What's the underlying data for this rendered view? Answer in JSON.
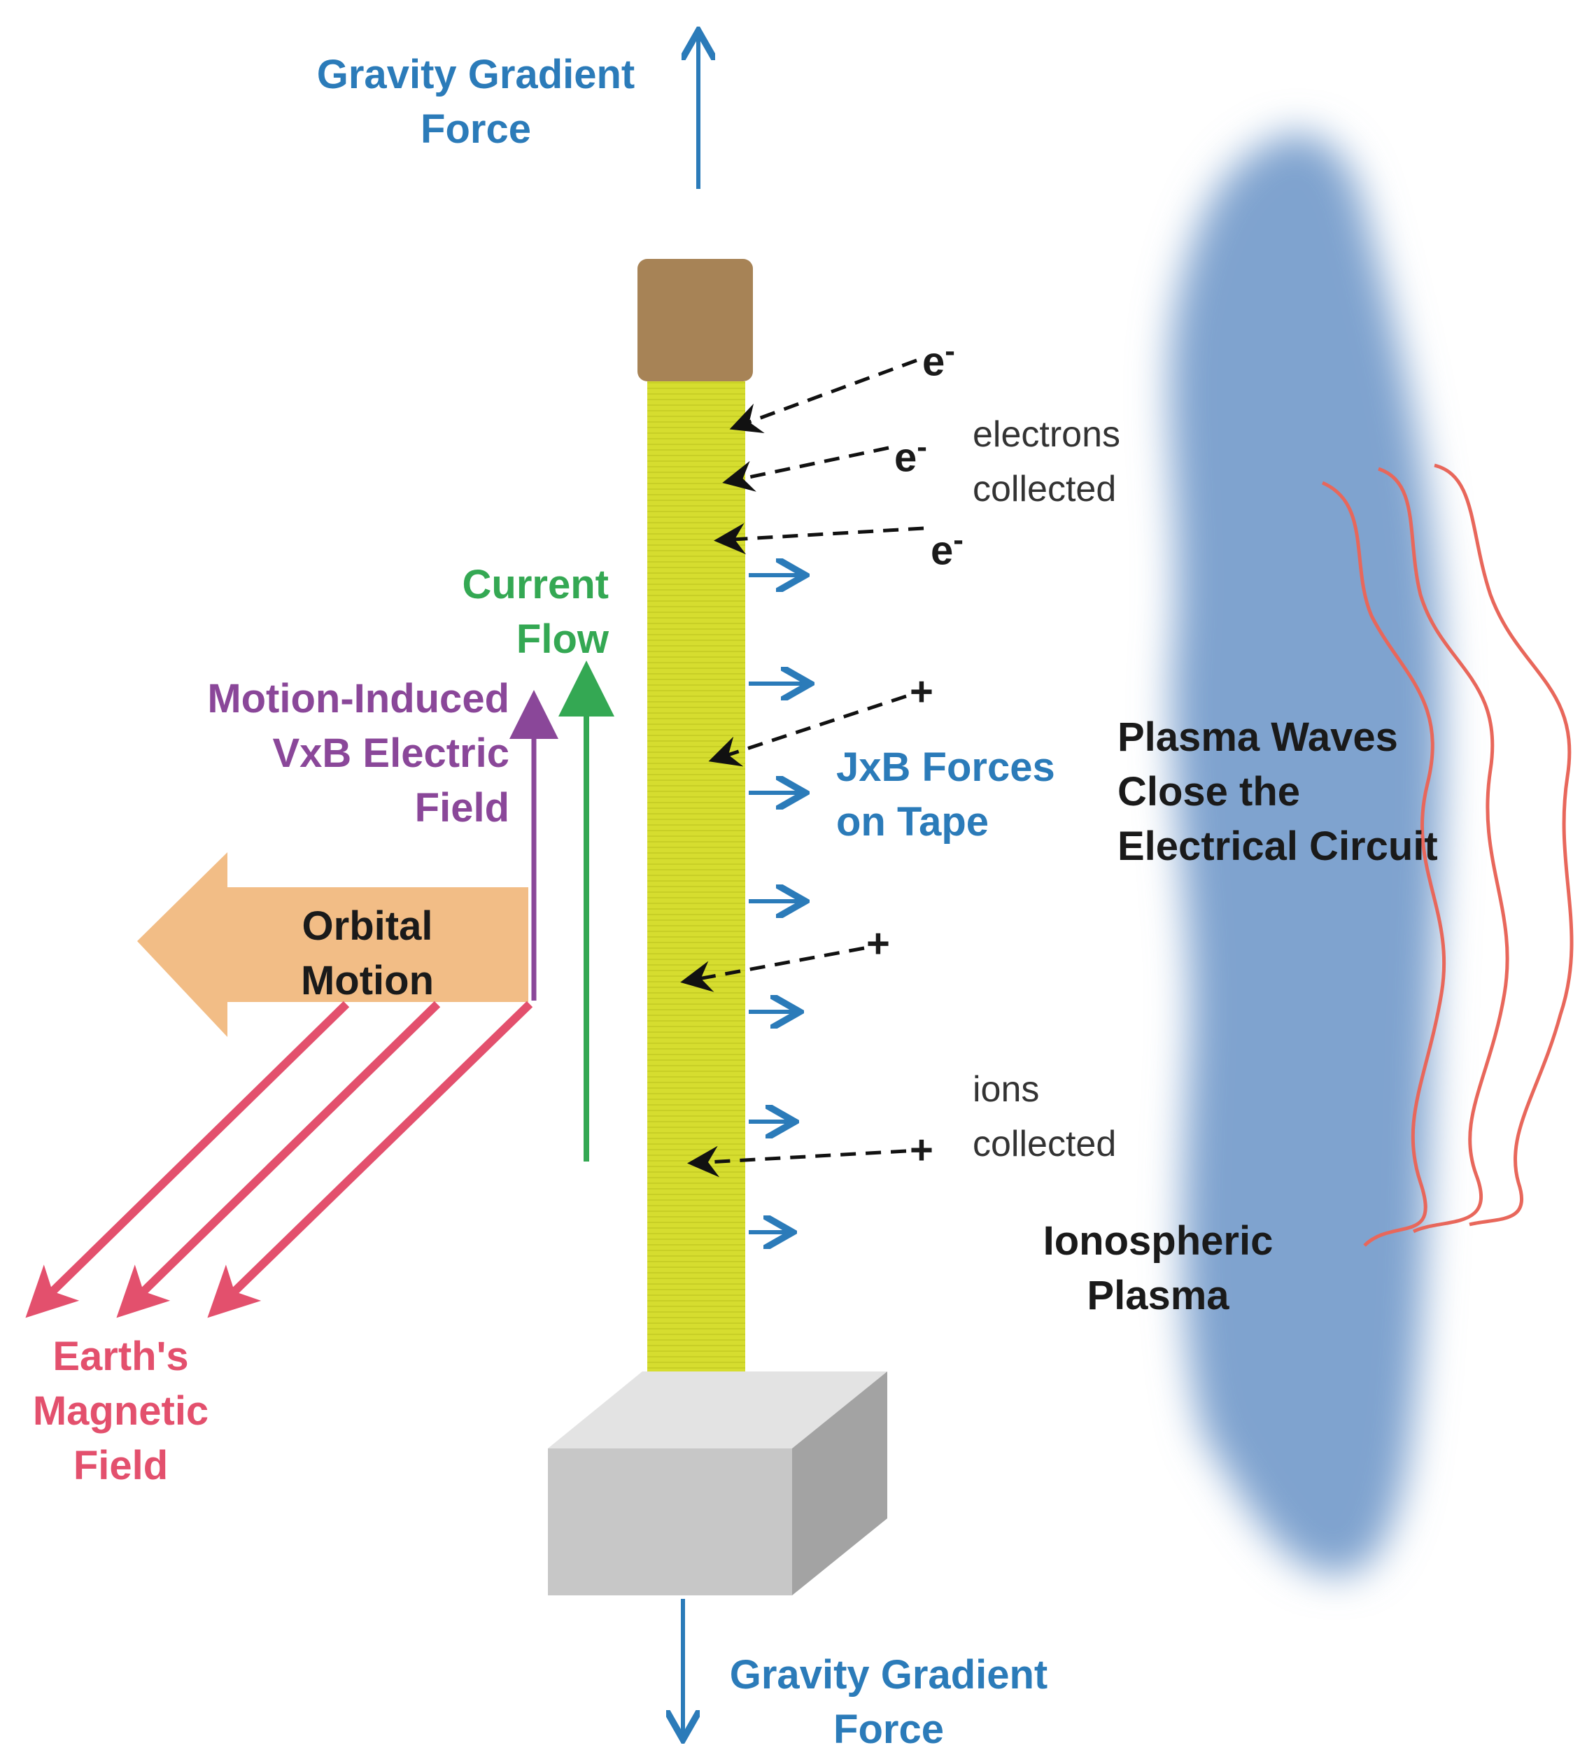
{
  "labels": {
    "gravity_top": [
      "Gravity Gradient",
      "Force"
    ],
    "gravity_bottom": [
      "Gravity Gradient",
      "Force"
    ],
    "current_flow": [
      "Current",
      "Flow"
    ],
    "motion_induced": [
      "Motion-Induced",
      "VxB Electric",
      "Field"
    ],
    "orbital_motion": [
      "Orbital",
      "Motion"
    ],
    "earth_field": [
      "Earth's",
      "Magnetic",
      "Field"
    ],
    "electrons_collected": [
      "electrons",
      "collected"
    ],
    "jxb_forces": [
      "JxB Forces",
      "on Tape"
    ],
    "plasma_waves": [
      "Plasma Waves",
      "Close the",
      "Electrical Circuit"
    ],
    "ions_collected": [
      "ions",
      "collected"
    ],
    "ionospheric_plasma": [
      "Ionospheric",
      "Plasma"
    ]
  },
  "particles": {
    "electron": "e",
    "electron_sup": "-",
    "ion": "+"
  },
  "colors": {
    "gravity": "#2b7bb9",
    "current": "#34a853",
    "electric_field": "#8a4799",
    "orbital": "#f2bd86",
    "magnetic": "#e3506d",
    "tape": "#d6dd2f",
    "endmass": "#a78356",
    "deployer": "#c7c7c7",
    "plasma": "#7fa3cf",
    "waves": "#e8675b"
  }
}
